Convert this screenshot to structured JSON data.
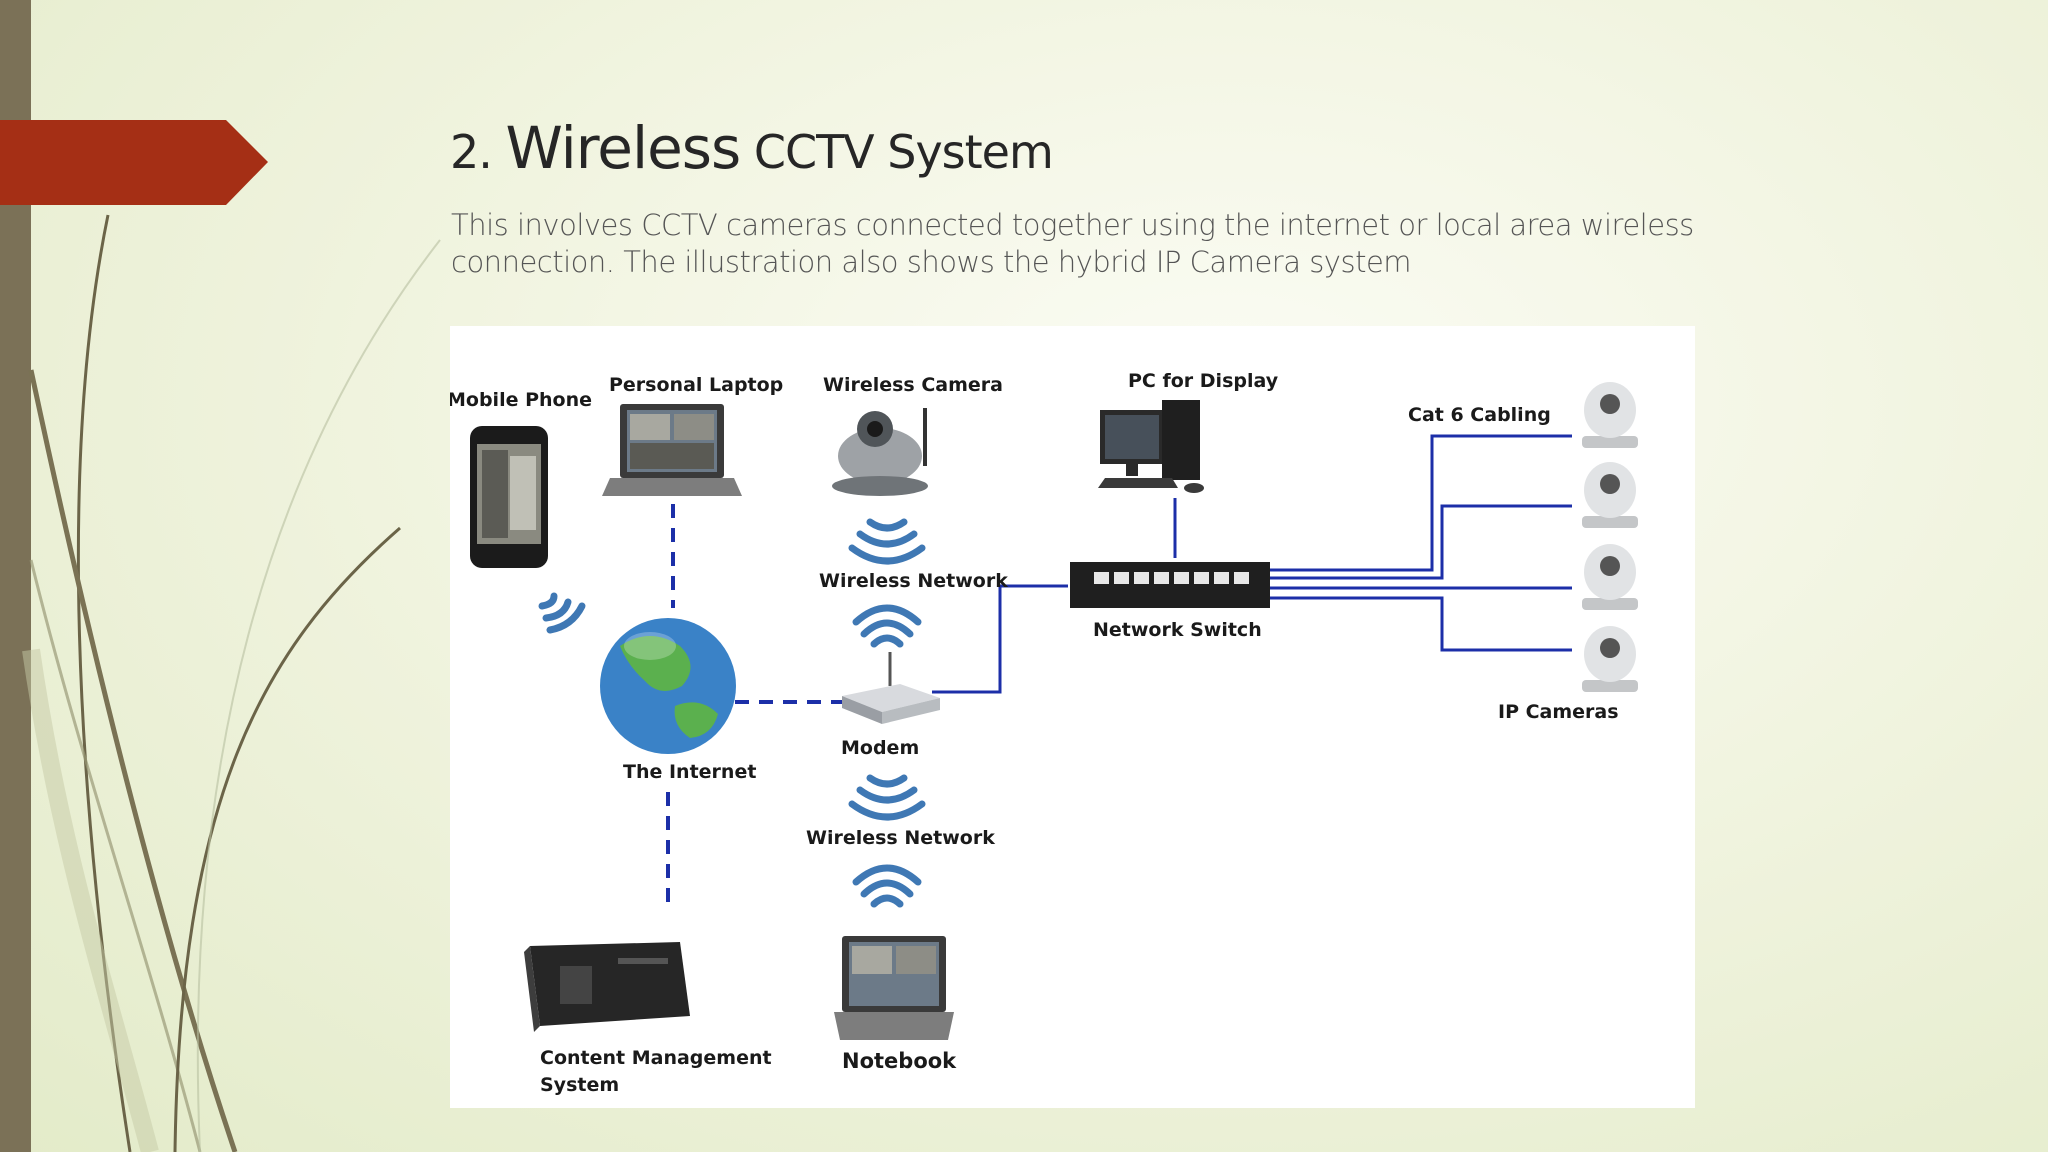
{
  "slide": {
    "title_number": "2.",
    "title_word1": "Wireless",
    "title_rest": "CCTV System",
    "description_line1": "This involves CCTV cameras connected together using the internet or local area wireless",
    "description_line2": "connection. The illustration also shows the hybrid IP Camera system"
  },
  "diagram": {
    "labels": {
      "mobile_phone": "Mobile Phone",
      "personal_laptop": "Personal Laptop",
      "wireless_camera": "Wireless Camera",
      "pc_for_display": "PC for Display",
      "cat6_cabling": "Cat 6 Cabling",
      "wireless_network_top": "Wireless Network",
      "network_switch": "Network Switch",
      "the_internet": "The Internet",
      "modem": "Modem",
      "wireless_network_bottom": "Wireless Network",
      "ip_cameras": "IP Cameras",
      "content_management_line1": "Content Management",
      "content_management_line2": "System",
      "notebook": "Notebook"
    },
    "colors": {
      "link_blue": "#1c2fa8",
      "wifi_blue": "#3f78b4",
      "accent_red": "#a52f15"
    }
  }
}
